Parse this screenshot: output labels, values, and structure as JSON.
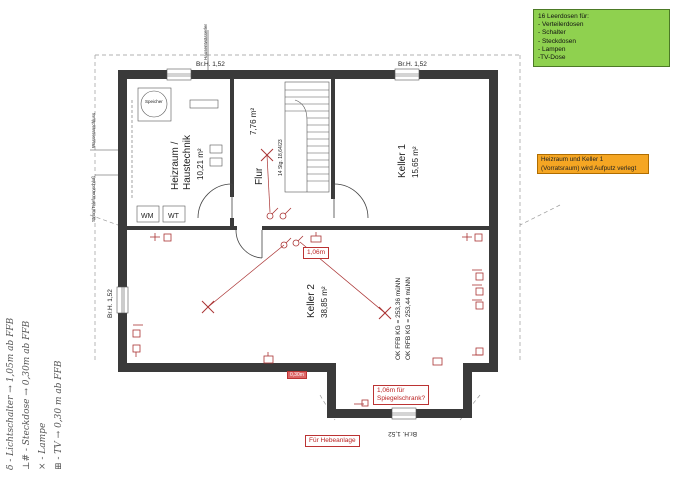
{
  "legend": {
    "title": "16 Leerdosen für:",
    "items": [
      "- Verteilerdosen",
      "- Schalter",
      "- Steckdosen",
      "- Lampen",
      "-TV-Dose"
    ]
  },
  "note": {
    "line1": "Heizraum und Keller 1",
    "line2": "(Vorratsraum) wird Aufputz verlegt"
  },
  "rooms": {
    "heizraum": {
      "name_line1": "Heizraum /",
      "name_line2": "Haustechnik",
      "area": "10,21 m²"
    },
    "flur": {
      "name": "Flur",
      "area": "7,76 m²"
    },
    "keller1": {
      "name": "Keller 1",
      "area": "15,65 m²"
    },
    "keller2": {
      "name": "Keller 2",
      "area": "38,85 m²"
    }
  },
  "labels": {
    "window_top_left": "Br.H. 1,52",
    "window_top_right": "Br.H. 1,52",
    "window_left": "Br.H. 1,52",
    "window_bottom": "Br.H. 1,52",
    "stair": "14 Stg. 18,64/23",
    "level_ffb": "OK FFB KG = 253,36 müNN",
    "level_rfb": "OK RFB KG = 253,44 müNN",
    "hauseinfuehrung": "Hausentwässerler",
    "wasseranschluss": "Wasseranschluss",
    "strom": "Strom/Telefonanschluß",
    "speicher": "Speicher",
    "wt": "WT",
    "wm": "WM",
    "height_106": "1,06m",
    "spiegel_line1": "1,06m für",
    "spiegel_line2": "Spiegelschrank?",
    "hebeanlage": "Für Hebeanlage",
    "red_small": "0,30m"
  },
  "handwritten": {
    "line1": "δ - Lichtschalter → 1,05m ab FFB",
    "line2": "⊥# - Steckdose → 0,30m ab FFB",
    "line3": "× - Lampe",
    "line4": "⊞ - TV → 0,30 m ab FFB"
  },
  "colors": {
    "wall": "#3a3a3a",
    "legend_bg": "#8fd14f",
    "note_bg": "#f5a623",
    "annotation_red": "#b33333"
  }
}
